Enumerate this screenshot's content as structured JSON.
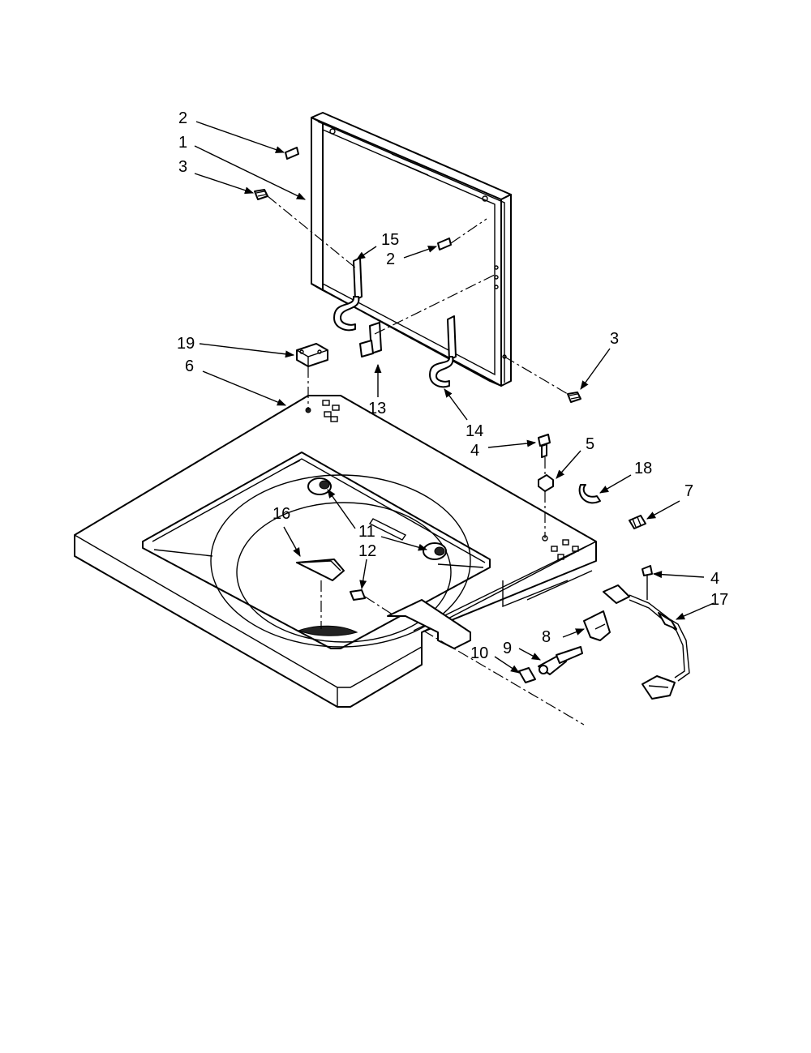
{
  "callouts": [
    {
      "id": "c-2a",
      "label": "2"
    },
    {
      "id": "c-1",
      "label": "1"
    },
    {
      "id": "c-3a",
      "label": "3"
    },
    {
      "id": "c-15",
      "label": "15"
    },
    {
      "id": "c-2b",
      "label": "2"
    },
    {
      "id": "c-19",
      "label": "19"
    },
    {
      "id": "c-6",
      "label": "6"
    },
    {
      "id": "c-3b",
      "label": "3"
    },
    {
      "id": "c-13",
      "label": "13"
    },
    {
      "id": "c-14",
      "label": "14"
    },
    {
      "id": "c-4a",
      "label": "4"
    },
    {
      "id": "c-5",
      "label": "5"
    },
    {
      "id": "c-18",
      "label": "18"
    },
    {
      "id": "c-7",
      "label": "7"
    },
    {
      "id": "c-16",
      "label": "16"
    },
    {
      "id": "c-11",
      "label": "11"
    },
    {
      "id": "c-12",
      "label": "12"
    },
    {
      "id": "c-4b",
      "label": "4"
    },
    {
      "id": "c-17",
      "label": "17"
    },
    {
      "id": "c-8",
      "label": "8"
    },
    {
      "id": "c-9",
      "label": "9"
    },
    {
      "id": "c-10",
      "label": "10"
    }
  ]
}
